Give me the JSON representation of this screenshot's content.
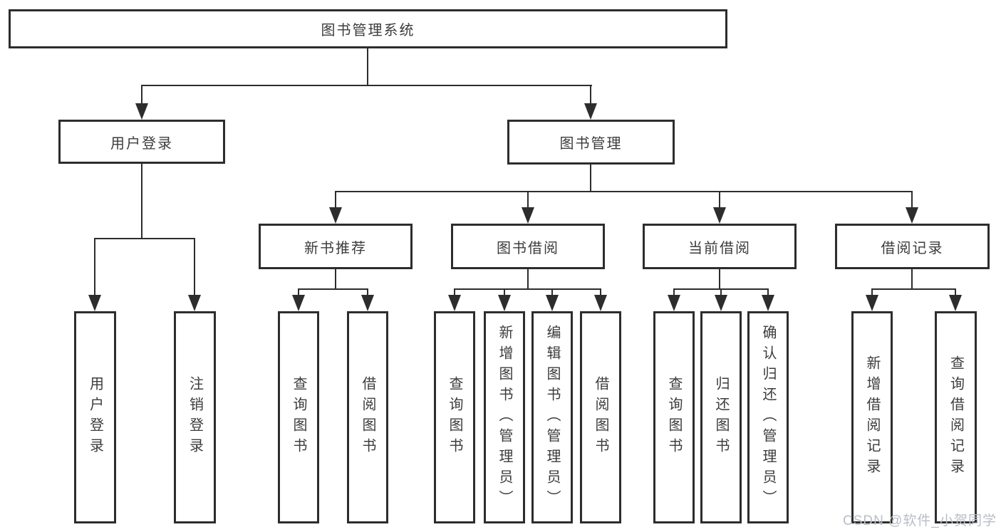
{
  "diagram": {
    "nodes": {
      "root": "图书管理系统",
      "level2": [
        "用户登录",
        "图书管理"
      ],
      "level3": [
        "新书推荐",
        "图书借阅",
        "当前借阅",
        "借阅记录"
      ],
      "leaves": [
        "用户登录",
        "注销登录",
        "查询图书",
        "借阅图书",
        "查询图书",
        "新增图书（管理员）",
        "编辑图书（管理员）",
        "借阅图书",
        "查询图书",
        "归还图书",
        "确认归还（管理员）",
        "新增借阅记录",
        "查询借阅记录"
      ]
    },
    "colors": {
      "line": "#2d2d2d",
      "box_border": "#2d2d2d",
      "box_fill": "#ffffff",
      "text": "#3c3c3c",
      "watermark": "#b9bdc6",
      "background": "#ffffff"
    },
    "watermark": "CSDN @软件_小贺同学"
  }
}
